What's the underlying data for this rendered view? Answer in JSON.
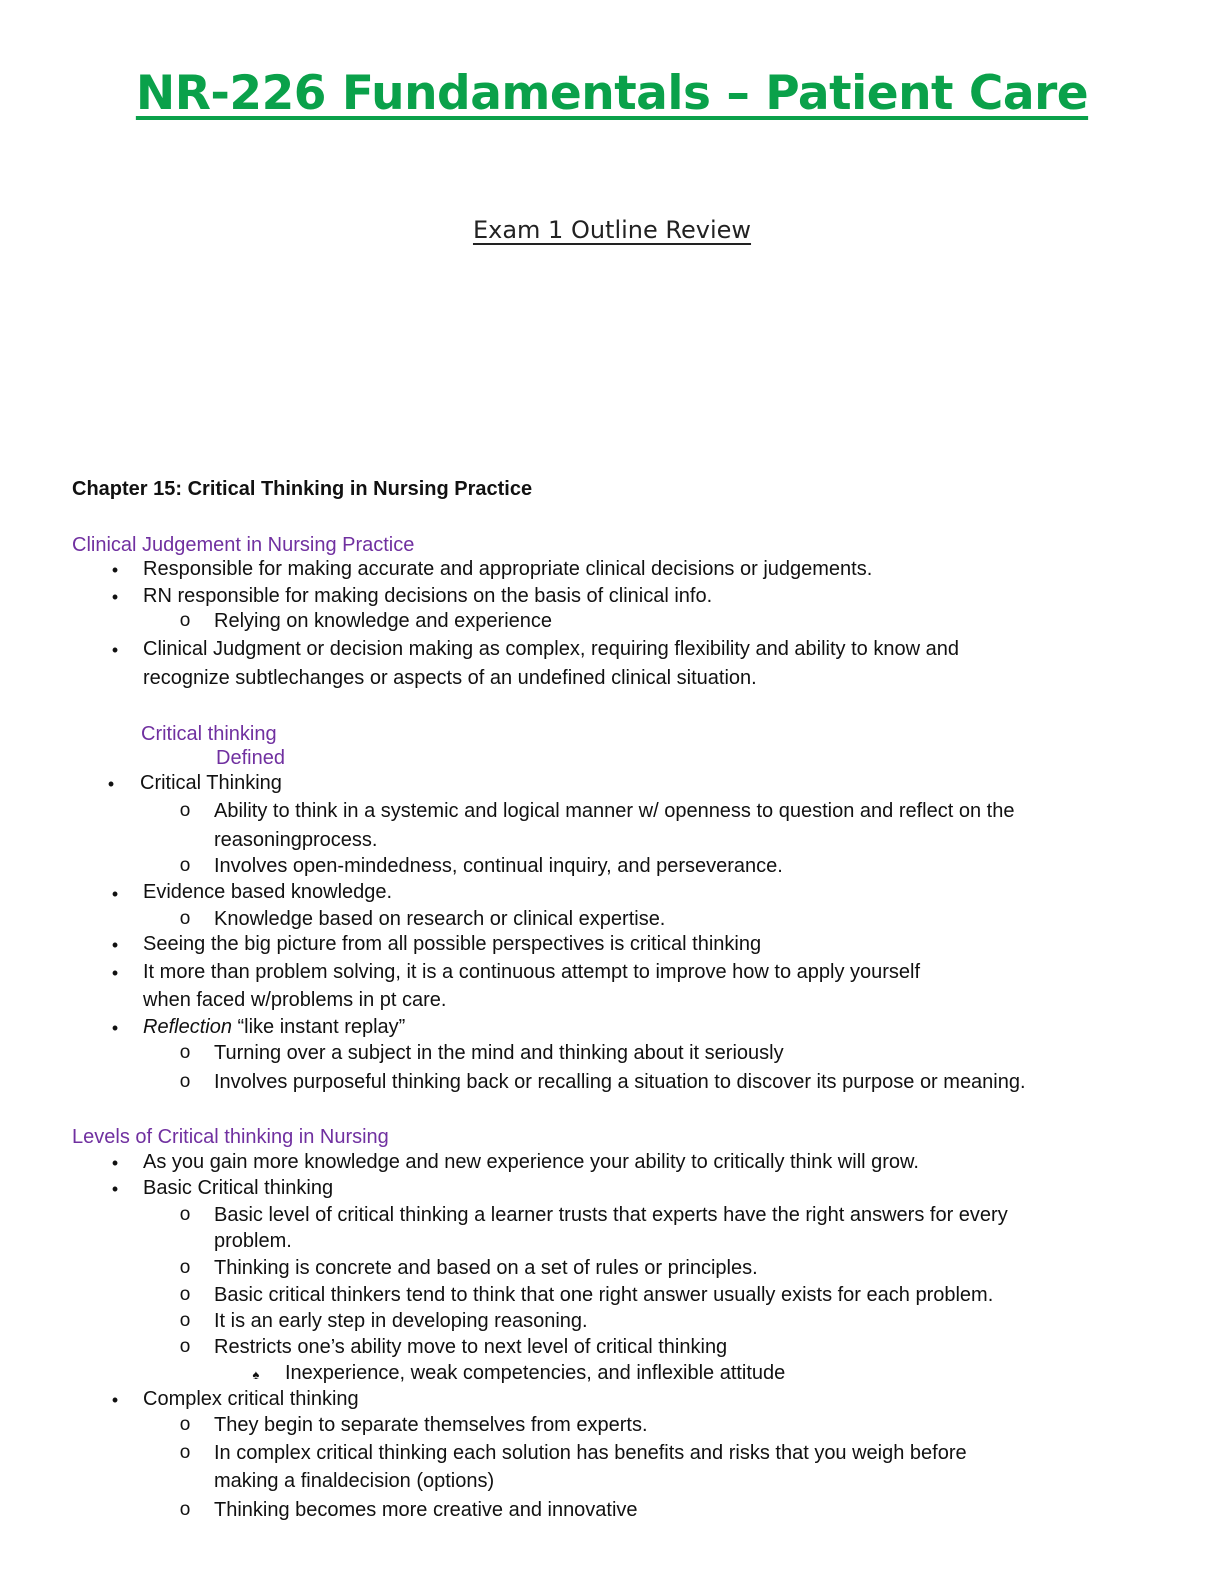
{
  "doc": {
    "title": "NR-226 Fundamentals – Patient Care",
    "subtitle": "Exam 1 Outline Review",
    "chapter": "Chapter 15: Critical Thinking in Nursing Practice"
  },
  "section1": {
    "heading": "Clinical Judgement in Nursing Practice",
    "lines": [
      "Responsible for making accurate and appropriate clinical decisions or judgements.",
      "RN responsible for making decisions on the basis of clinical info.",
      "Relying on knowledge and experience",
      "Clinical Judgment or decision making as complex, requiring flexibility and ability to know and",
      "recognize subtlechanges or aspects of an undefined clinical situation."
    ]
  },
  "section2": {
    "heading_line1": "Critical thinking",
    "heading_line2": "Defined",
    "lines": [
      "Critical Thinking",
      "Ability to think in a systemic and logical manner w/ openness to question and reflect on the",
      "reasoningprocess.",
      "Involves open-mindedness, continual inquiry, and perseverance.",
      "Evidence based knowledge.",
      "Knowledge based on research or clinical expertise.",
      "Seeing the big picture from all possible perspectives is critical thinking",
      "It more than problem solving, it is a continuous attempt to improve how to apply yourself",
      "when faced w/problems in pt care.",
      "Reflection",
      "“like instant replay”",
      "Turning over a subject in the mind and thinking about it seriously",
      "Involves purposeful thinking back or recalling a situation to discover its purpose or meaning."
    ]
  },
  "section3": {
    "heading": "Levels of Critical thinking in Nursing",
    "lines": [
      "As you gain more knowledge and new experience your ability to critically think will grow.",
      "Basic Critical thinking",
      "Basic level of critical thinking a learner trusts that experts have the right answers for every",
      "problem.",
      "Thinking is concrete and based on a set of rules or principles.",
      "Basic critical thinkers tend to think that one right answer usually exists for each problem.",
      "It is an early step in developing reasoning.",
      "Restricts one’s ability move to next level of critical thinking",
      "Inexperience, weak competencies, and inflexible attitude",
      "Complex critical thinking",
      "They begin to separate themselves from experts.",
      "In complex critical thinking each solution has benefits and risks that you weigh before",
      "making a finaldecision (options)",
      "Thinking becomes more creative and innovative"
    ]
  },
  "glyphs": {
    "bullet": "•",
    "circle": "o",
    "spade": "♠"
  },
  "colors": {
    "title_green": "#0aa14a",
    "heading_purple": "#7030a0"
  }
}
